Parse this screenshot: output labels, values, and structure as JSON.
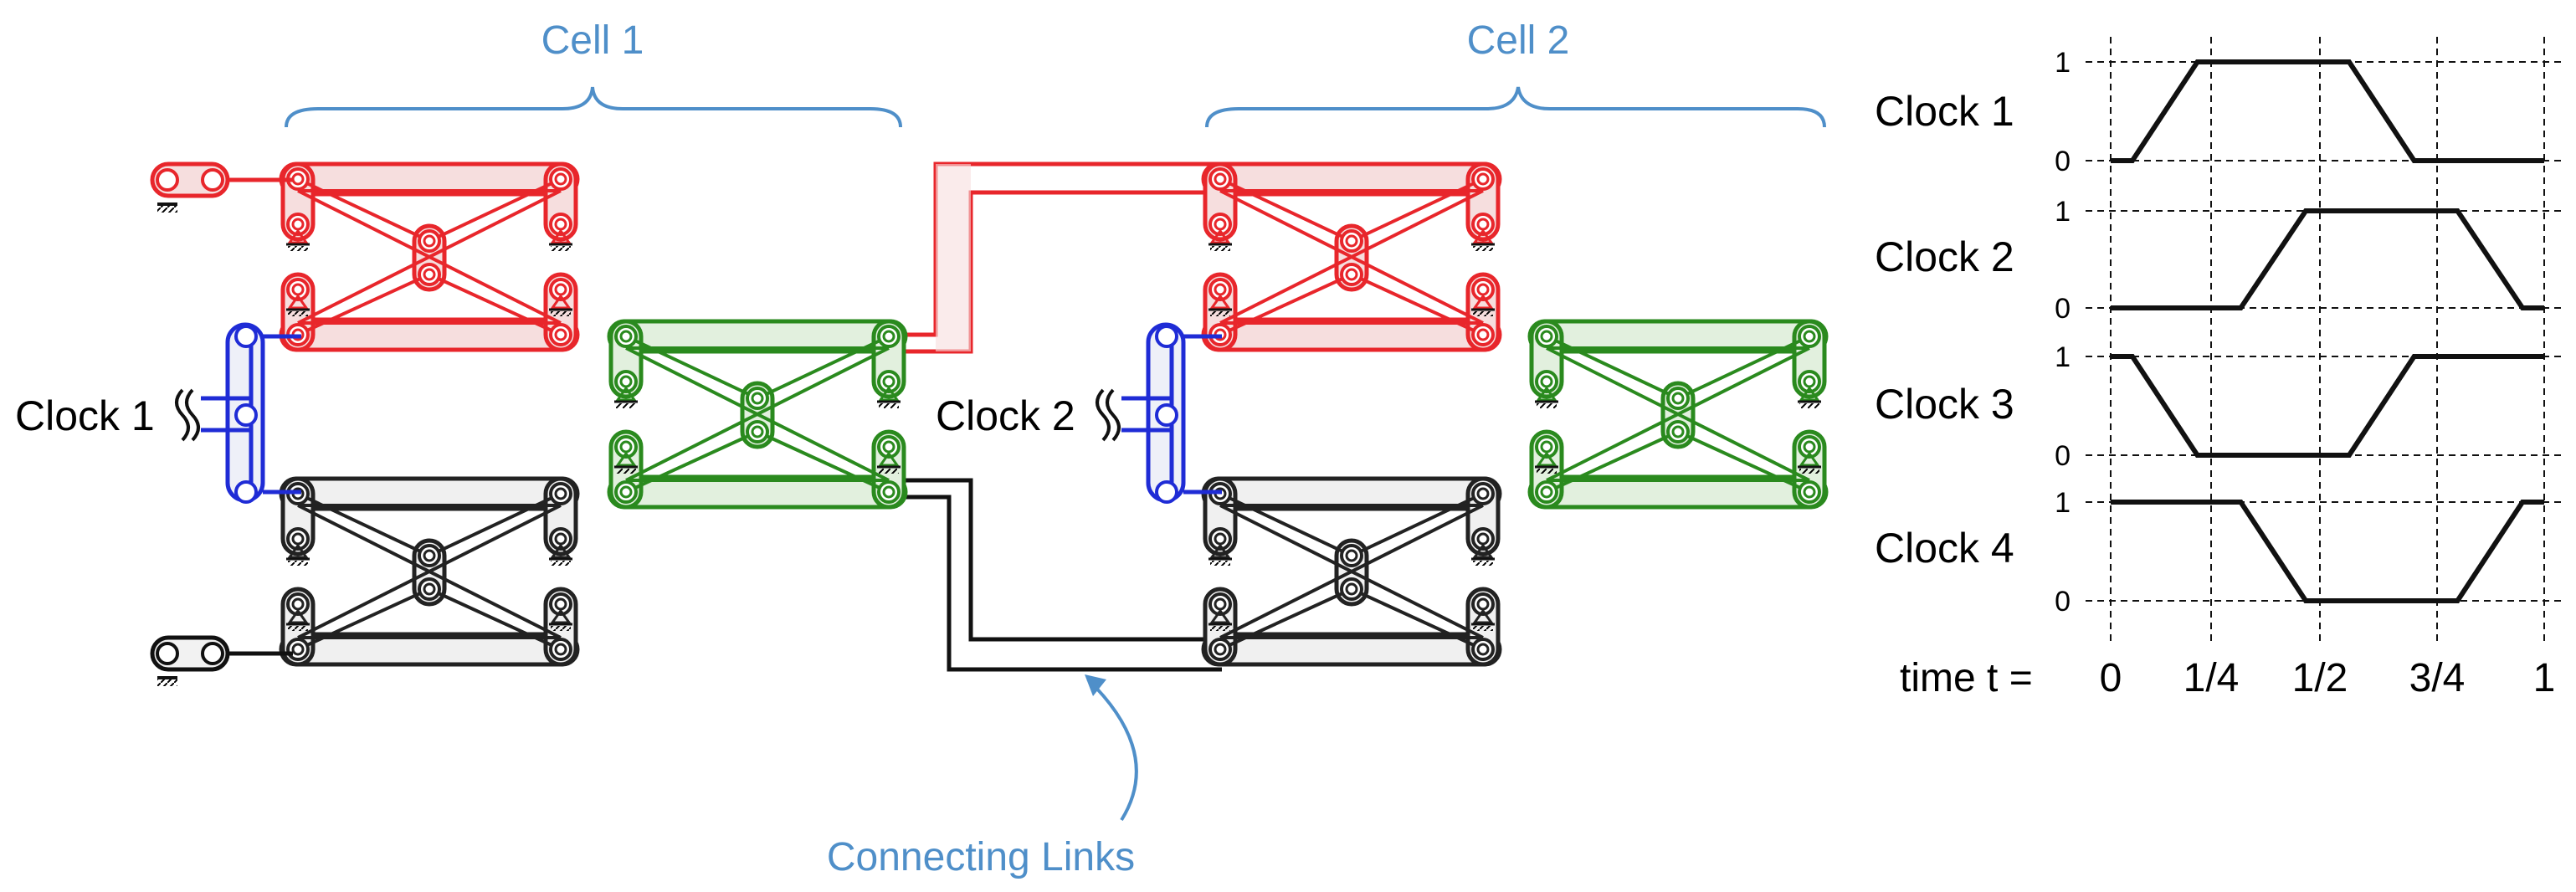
{
  "labels": {
    "cell1": "Cell 1",
    "cell2": "Cell 2",
    "connecting_links": "Connecting Links",
    "clock1_input": "Clock 1",
    "clock2_input": "Clock 2"
  },
  "colors": {
    "clock1": "#e8262b",
    "clock2": "#2a8a1e",
    "clock3": "#222222",
    "base": "#1f2cd6",
    "annotation": "#4f8fc9"
  },
  "waveforms": {
    "time_label": "time t =",
    "time_ticks": [
      "0",
      "1/4",
      "1/2",
      "3/4",
      "1"
    ],
    "level_high": "1",
    "level_low": "0",
    "clocks": [
      {
        "name": "Clock 1",
        "points": [
          [
            0,
            0
          ],
          [
            0.05,
            0
          ],
          [
            0.2,
            1
          ],
          [
            0.55,
            1
          ],
          [
            0.7,
            0
          ],
          [
            1,
            0
          ]
        ]
      },
      {
        "name": "Clock 2",
        "points": [
          [
            0,
            0
          ],
          [
            0.3,
            0
          ],
          [
            0.45,
            1
          ],
          [
            0.8,
            1
          ],
          [
            0.95,
            0
          ],
          [
            1,
            0
          ]
        ]
      },
      {
        "name": "Clock 3",
        "points": [
          [
            0,
            1
          ],
          [
            0.05,
            1
          ],
          [
            0.2,
            0
          ],
          [
            0.55,
            0
          ],
          [
            0.7,
            1
          ],
          [
            1,
            1
          ]
        ]
      },
      {
        "name": "Clock 4",
        "points": [
          [
            0,
            1
          ],
          [
            0.3,
            1
          ],
          [
            0.45,
            0
          ],
          [
            0.8,
            0
          ],
          [
            0.95,
            1
          ],
          [
            1,
            1
          ]
        ]
      }
    ]
  }
}
